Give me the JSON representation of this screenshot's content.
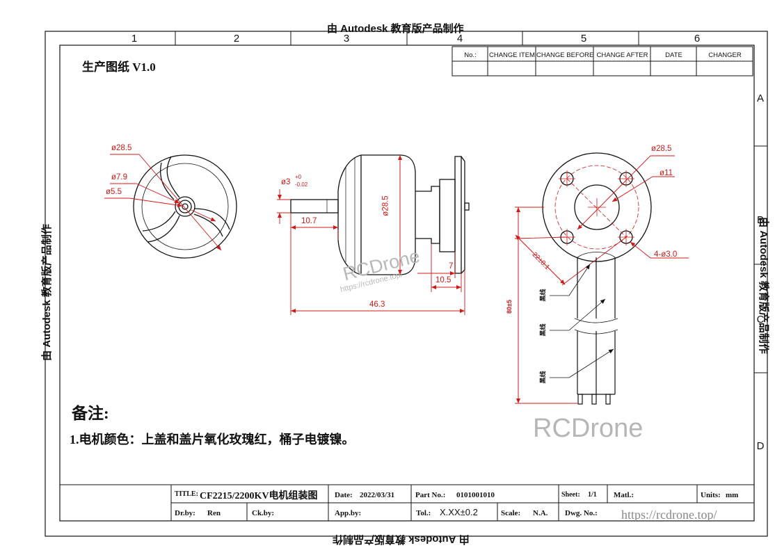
{
  "watermark": "由 Autodesk 教育版产品制作",
  "zones": {
    "columns": [
      "1",
      "2",
      "3",
      "4",
      "5",
      "6"
    ],
    "rows": [
      "A",
      "B",
      "C",
      "D"
    ]
  },
  "drawing_title": "生产图纸 V1.0",
  "revision_table": {
    "headers": [
      "No.:",
      "CHANGE ITEM",
      "CHANGE BEFORE",
      "CHANGE AFTER",
      "DATE",
      "CHANGER"
    ]
  },
  "dimensions": {
    "d28_5_left": "ø28.5",
    "d7_9": "ø7.9",
    "d5_5": "ø5.5",
    "shaft": "ø3",
    "shaft_tol_upper": "+0",
    "shaft_tol_lower": "-0.02",
    "len_10_7": "10.7",
    "d28_5_side": "ø28.5",
    "len_7": "7",
    "len_10_5": "10.5",
    "len_46_3": "46.3",
    "d28_5_right": "ø28.5",
    "d11": "ø11",
    "pcd_22": "22±0.1",
    "holes": "4-ø3.0",
    "lead_length": "80±5"
  },
  "wire_labels": [
    "黑线",
    "黑线",
    "黑线"
  ],
  "watermark_rcdrone": "RCDrone",
  "watermark_url": "https://rcdrone.top/",
  "notes": {
    "heading": "备注:",
    "line1": "1.电机颜色：上盖和盖片氧化玫瑰红，桶子电镀镍。"
  },
  "title_block": {
    "title_label": "TITLE:",
    "title_value": "CF2215/2200KV电机组装图",
    "date_label": "Date:",
    "date_value": "2022/03/31",
    "part_label": "Part No.:",
    "part_value": "0101001010",
    "sheet_label": "Sheet:",
    "sheet_value": "1/1",
    "matl_label": "Matl.:",
    "units_label": "Units:",
    "units_value": "mm",
    "dr_label": "Dr.by:",
    "dr_value": "Ren",
    "ck_label": "Ck.by:",
    "app_label": "App.by:",
    "tol_label": "Tol.:",
    "tol_value": "X.XX±0.2",
    "scale_label": "Scale:",
    "scale_value": "N.A.",
    "dwg_label": "Dwg. No.:"
  },
  "colors": {
    "dimension_red": "#d01818",
    "line_black": "#111111"
  }
}
